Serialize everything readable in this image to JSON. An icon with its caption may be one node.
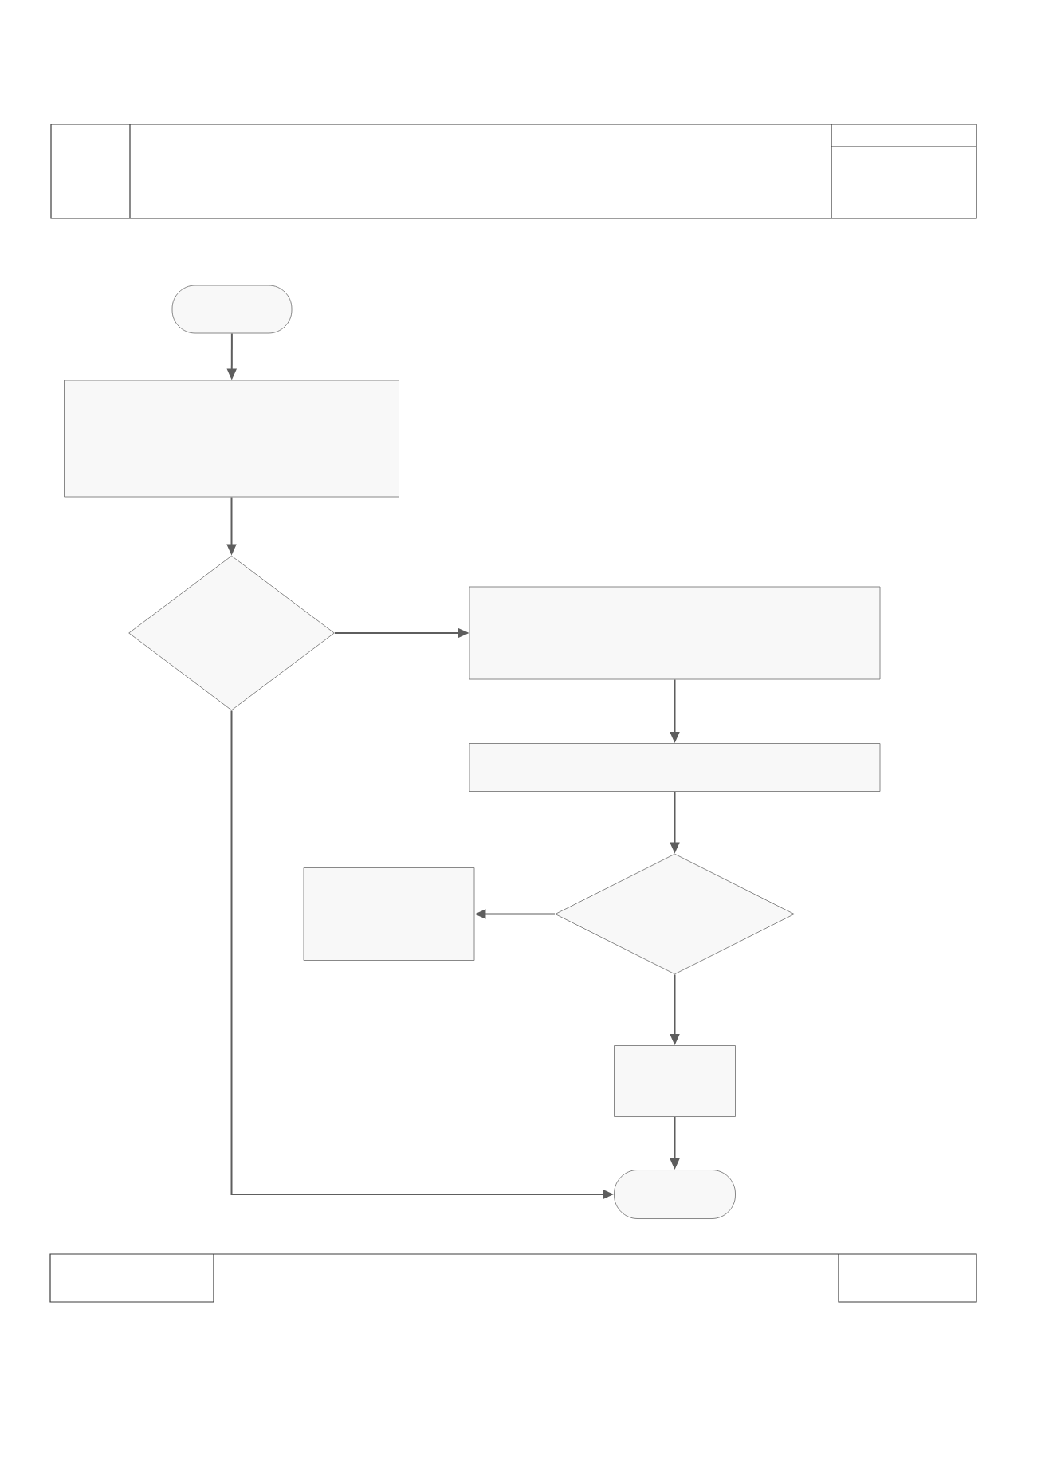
{
  "diagram": {
    "nodes": [
      {
        "text": [],
        "shape": "pill"
      },
      {
        "text": [],
        "shape": "box"
      },
      {
        "text": [],
        "shape": "diamond"
      },
      {
        "text": [],
        "shape": "box"
      },
      {
        "text": [],
        "shape": "box"
      },
      {
        "text": [],
        "shape": "diamond"
      },
      {
        "text": [],
        "shape": "box"
      },
      {
        "text": [],
        "shape": "box"
      },
      {
        "text": [],
        "shape": "pill"
      }
    ],
    "edges": [
      {
        "from": 0,
        "to": 1,
        "arrow": "to"
      },
      {
        "from": 1,
        "to": 2,
        "arrow": "to"
      },
      {
        "from": 2,
        "to": 3,
        "arrow": "to"
      },
      {
        "from": 3,
        "to": 4,
        "arrow": "to"
      },
      {
        "from": 4,
        "to": 5,
        "arrow": "to"
      },
      {
        "from": 5,
        "to": 6,
        "arrow": "to"
      },
      {
        "from": 5,
        "to": 7,
        "arrow": "to"
      },
      {
        "from": 7,
        "to": 8,
        "arrow": "to"
      },
      {
        "from": 2,
        "to": 8,
        "arrow": "to"
      }
    ]
  }
}
